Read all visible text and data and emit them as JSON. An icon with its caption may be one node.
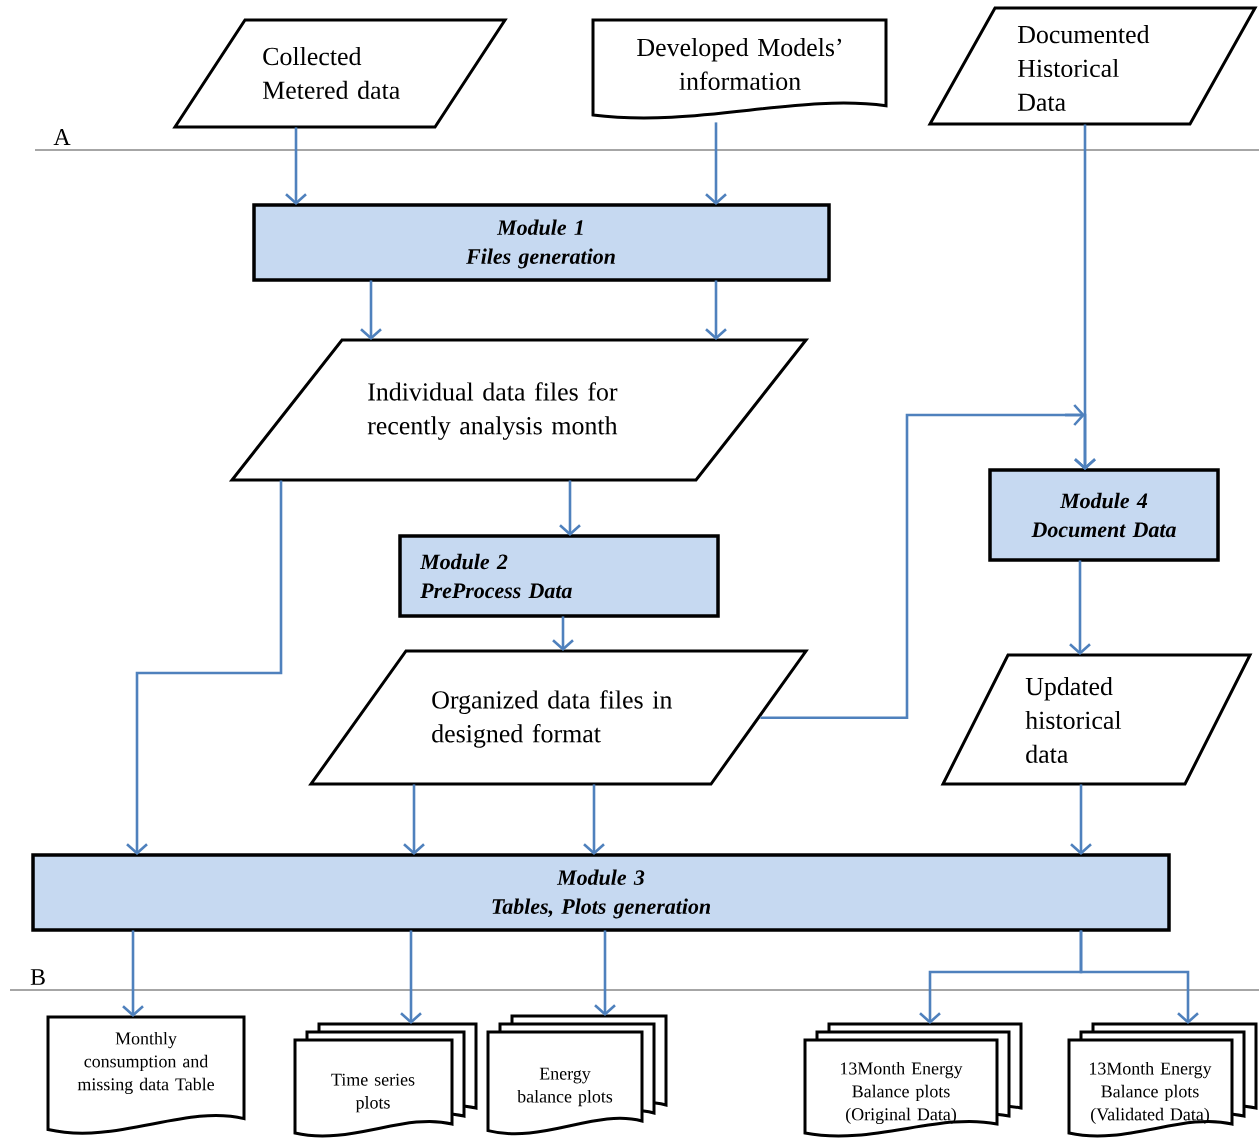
{
  "diagram": {
    "nodes": [
      {
        "text": [
          "Collected Metered data"
        ]
      },
      {
        "text": [
          "Developed Models’ information"
        ]
      },
      {
        "text": [
          "Documented Historical Data"
        ]
      },
      {
        "text": [
          "Module 1",
          "Files generation"
        ]
      },
      {
        "text": [
          "Individual data files for recently analysis month"
        ]
      },
      {
        "text": [
          "Module 2",
          "PreProcess Data"
        ]
      },
      {
        "text": [
          "Organized data files in designed format"
        ]
      },
      {
        "text": [
          "Module 4",
          "Document Data"
        ]
      },
      {
        "text": [
          "Updated historical data"
        ]
      },
      {
        "text": [
          "Module 3",
          "Tables, Plots generation"
        ]
      },
      {
        "text": [
          "Monthly consumption and missing data Table"
        ]
      },
      {
        "text": [
          "Time series plots"
        ]
      },
      {
        "text": [
          "Energy balance plots"
        ]
      },
      {
        "text": [
          "13Month Energy Balance plots (Original Data)"
        ]
      },
      {
        "text": [
          "13Month Energy Balance plots (Validated Data)"
        ]
      }
    ],
    "edges": [
      {
        "from": 0,
        "to": 3,
        "arrow": "to"
      },
      {
        "from": 1,
        "to": 3,
        "arrow": "to"
      },
      {
        "from": 3,
        "to": 4,
        "arrow": "to"
      },
      {
        "from": 3,
        "to": 4,
        "arrow": "to"
      },
      {
        "from": 4,
        "to": 5,
        "arrow": "to"
      },
      {
        "from": 5,
        "to": 6,
        "arrow": "to"
      },
      {
        "from": 4,
        "to": 9,
        "arrow": "to"
      },
      {
        "from": 6,
        "to": 9,
        "arrow": "to"
      },
      {
        "from": 6,
        "to": 9,
        "arrow": "to"
      },
      {
        "from": 6,
        "to": 7,
        "arrow": "to"
      },
      {
        "from": 2,
        "to": 7,
        "arrow": "to"
      },
      {
        "from": 7,
        "to": 8,
        "arrow": "to"
      },
      {
        "from": 8,
        "to": 9,
        "arrow": "to"
      },
      {
        "from": 9,
        "to": 10,
        "arrow": "to"
      },
      {
        "from": 9,
        "to": 11,
        "arrow": "to"
      },
      {
        "from": 9,
        "to": 12,
        "arrow": "to"
      },
      {
        "from": 9,
        "to": 13,
        "arrow": "to"
      },
      {
        "from": 9,
        "to": 14,
        "arrow": "to"
      }
    ],
    "labels": [
      "A",
      "B"
    ]
  }
}
